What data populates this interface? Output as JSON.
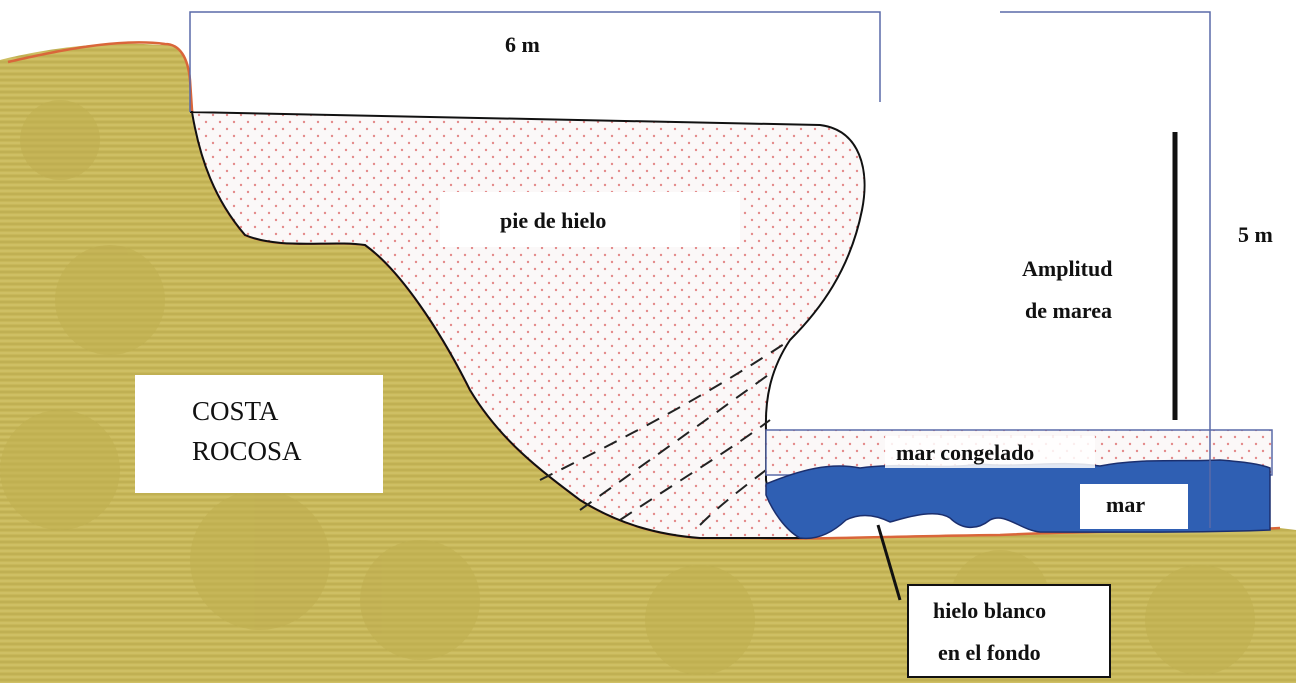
{
  "diagram": {
    "width_label": "6 m",
    "height_label": "5 m",
    "ice_foot_label": "pie de hielo",
    "tide_label_line1": "Amplitud",
    "tide_label_line2": "de marea",
    "coast_label_line1": "COSTA",
    "coast_label_line2": "ROCOSA",
    "frozen_sea_label": "mar congelado",
    "sea_label": "mar",
    "bottom_ice_label_line1": "hielo blanco",
    "bottom_ice_label_line2": "en el fondo"
  },
  "colors": {
    "rock": "#c8b85a",
    "rock_dark": "#b3a244",
    "coast_outline": "#d9663a",
    "sea": "#2f5fb3",
    "ice_dot": "#e48a8a",
    "dimension_line": "#5a6aa8"
  }
}
